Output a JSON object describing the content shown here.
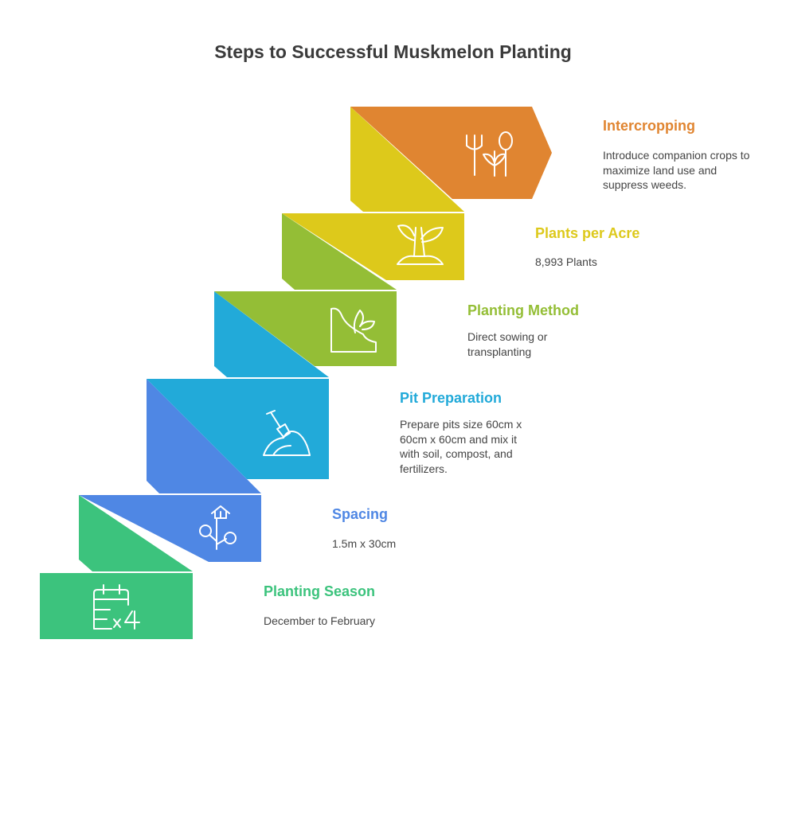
{
  "title": "Steps to Successful Muskmelon Planting",
  "steps": [
    {
      "title": "Planting Season",
      "description": "December to February",
      "color": "#3cc37d",
      "side_color": "#3cc37d",
      "icon": "calendar-icon"
    },
    {
      "title": "Spacing",
      "description": "1.5m x 30cm",
      "color": "#4f87e4",
      "side_color": "#3cc37d",
      "icon": "spacing-icon"
    },
    {
      "title": "Pit Preparation",
      "description": "Prepare pits size 60cm x 60cm x 60cm and mix it with soil, compost, and fertilizers.",
      "color": "#22aad9",
      "side_color": "#4f87e4",
      "icon": "shovel-icon"
    },
    {
      "title": "Planting Method",
      "description": "Direct sowing or transplanting",
      "color": "#94be36",
      "side_color": "#22aad9",
      "icon": "sowing-icon"
    },
    {
      "title": "Plants per Acre",
      "description": "8,993 Plants",
      "color": "#ddc91b",
      "side_color": "#94be36",
      "icon": "sprout-icon"
    },
    {
      "title": "Intercropping",
      "description": "Introduce companion crops to maximize land use and suppress weeds.",
      "color": "#e08531",
      "side_color": "#ddc91b",
      "icon": "fork-plant-icon"
    }
  ]
}
